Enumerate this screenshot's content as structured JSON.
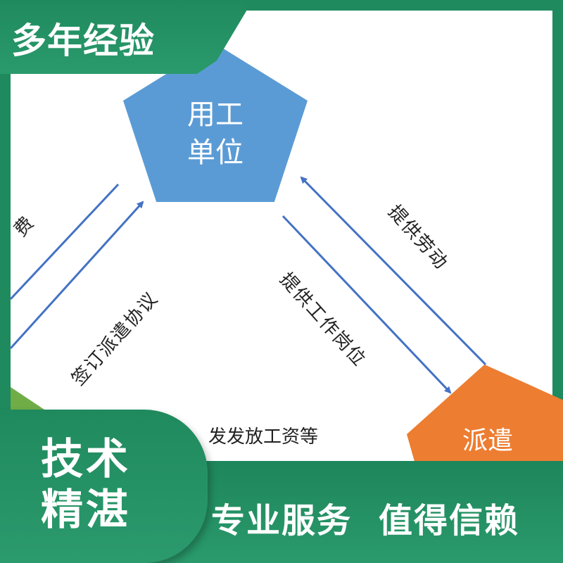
{
  "header": {
    "badge_text": "多年经验"
  },
  "diagram": {
    "nodes": {
      "employer": {
        "line1": "用工",
        "line2": "单位",
        "color": "#5b9bd5"
      },
      "dispatch": {
        "label": "派遣",
        "color": "#ed7d31"
      },
      "worker": {
        "label": "",
        "color": "#70ad47"
      }
    },
    "edges": {
      "sign_agreement": "签订派遣协议",
      "left_partial": "费",
      "provide_labor": "提供劳动",
      "provide_job": "提供工作岗位",
      "pay_wages": "发发放工资等"
    },
    "arrow_color": "#4472c4"
  },
  "footer": {
    "left_badge": {
      "line1": "技术",
      "line2": "精湛"
    },
    "slogan": {
      "part1": "专业服务",
      "part2": "值得信赖"
    }
  },
  "colors": {
    "frame_green": "#1f8a5e",
    "employer_blue": "#5b9bd5",
    "dispatch_orange": "#ed7d31",
    "worker_green": "#70ad47",
    "arrow_blue": "#4472c4"
  }
}
